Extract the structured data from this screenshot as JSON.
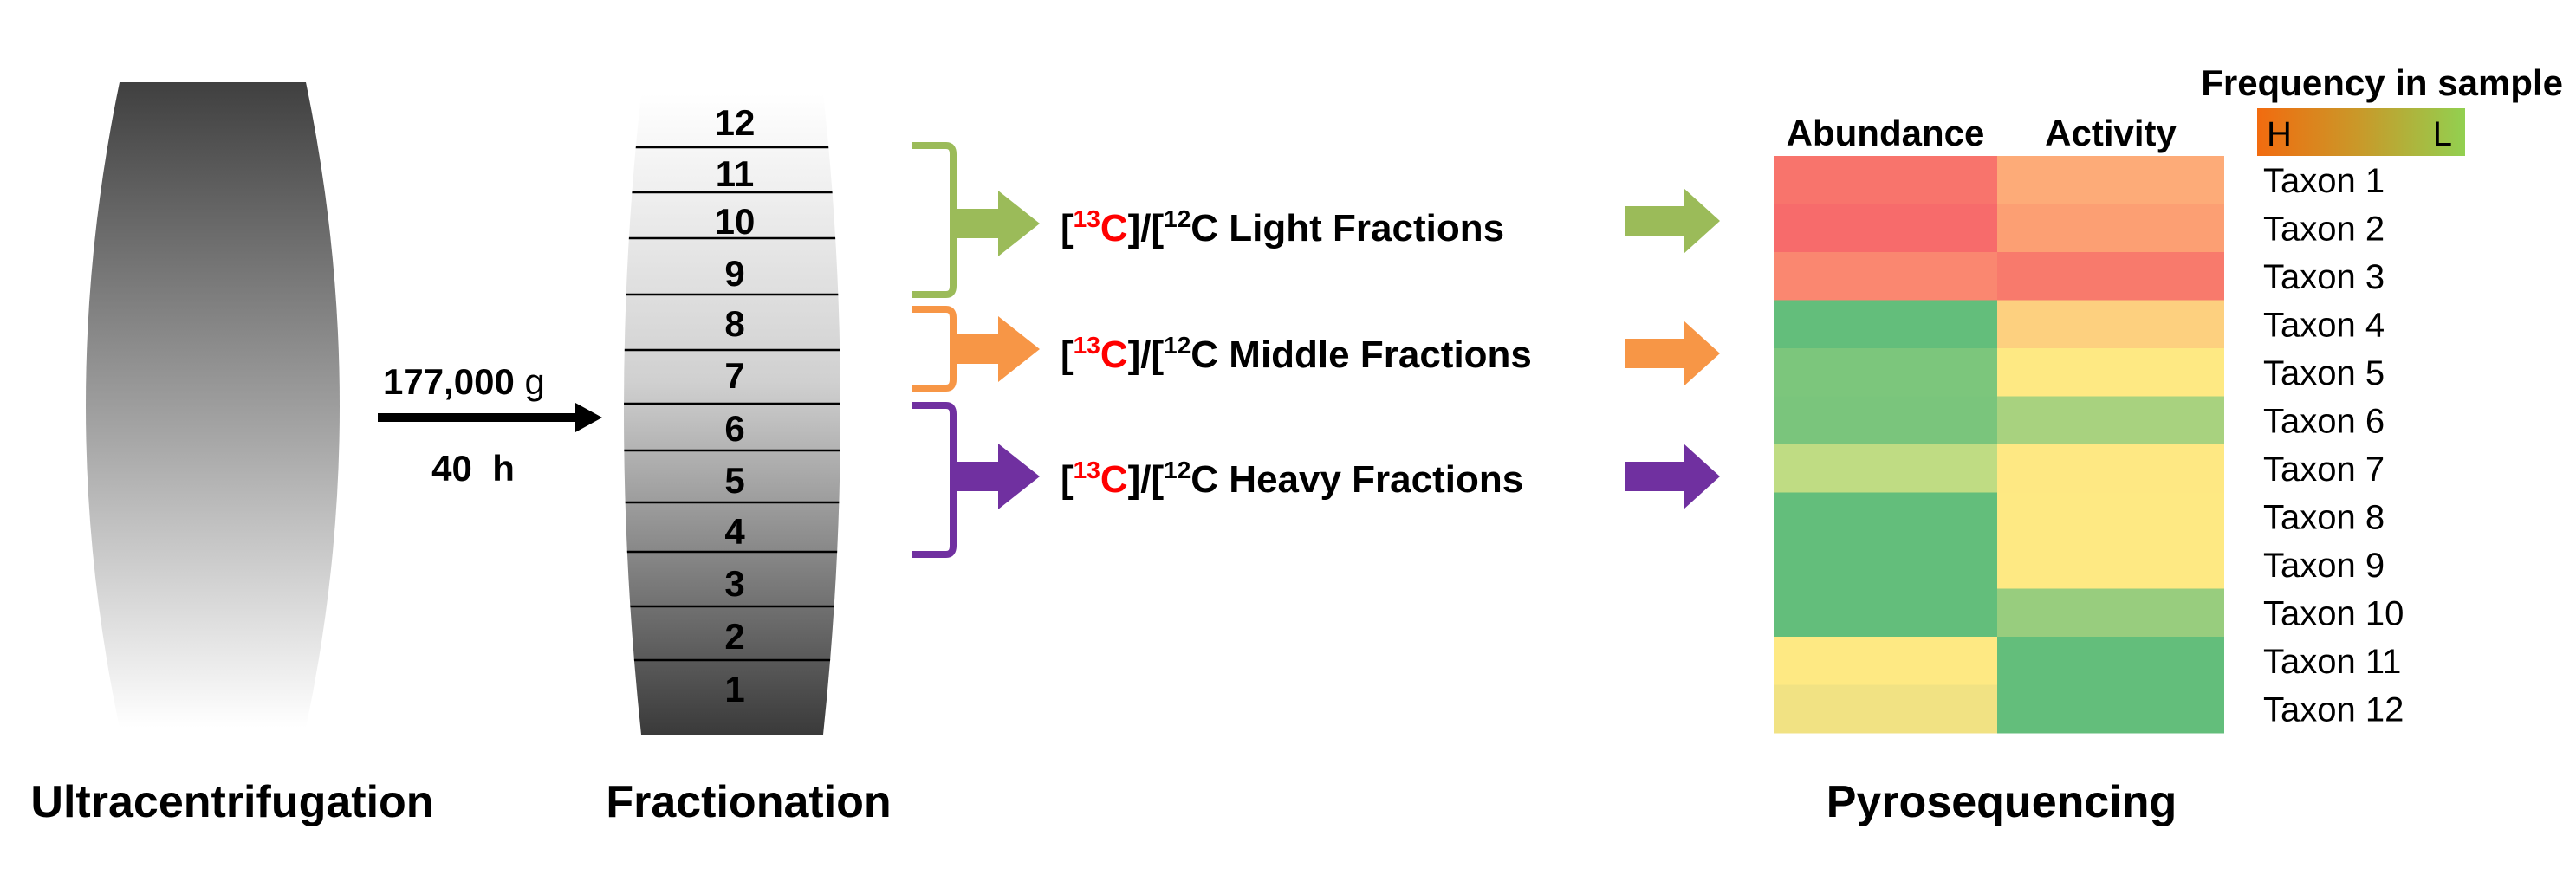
{
  "stages": {
    "ultracentrifugation": "Ultracentrifugation",
    "fractionation": "Fractionation",
    "pyrosequencing": "Pyrosequencing"
  },
  "centrifuge": {
    "force_value": "177,000",
    "force_unit": "g",
    "duration": "40  h"
  },
  "fractions": [
    "1",
    "2",
    "3",
    "4",
    "5",
    "6",
    "7",
    "8",
    "9",
    "10",
    "11",
    "12"
  ],
  "fraction_groups": [
    {
      "isotope_heavy": "13",
      "element_a": "C",
      "isotope_light": "12",
      "element_b": "C",
      "label": "Light Fractions",
      "color": "#9bbb59"
    },
    {
      "isotope_heavy": "13",
      "element_a": "C",
      "isotope_light": "12",
      "element_b": "C",
      "label": "Middle Fractions",
      "color": "#f79646"
    },
    {
      "isotope_heavy": "13",
      "element_a": "C",
      "isotope_light": "12",
      "element_b": "C",
      "label": "Heavy Fractions",
      "color": "#7030a0"
    }
  ],
  "heatmap": {
    "columns": [
      "Abundance",
      "Activity"
    ],
    "legend_title": "Frequency in sample",
    "legend_high": "H",
    "legend_low": "L",
    "rows": [
      {
        "taxon": "Taxon 1",
        "abundance_color": "#f8746c",
        "activity_color": "#fdab78"
      },
      {
        "taxon": "Taxon 2",
        "abundance_color": "#f76b6b",
        "activity_color": "#fc9f73"
      },
      {
        "taxon": "Taxon 3",
        "abundance_color": "#fa8770",
        "activity_color": "#f87a6c"
      },
      {
        "taxon": "Taxon 4",
        "abundance_color": "#63be7b",
        "activity_color": "#fdd07f"
      },
      {
        "taxon": "Taxon 5",
        "abundance_color": "#7cc67c",
        "activity_color": "#fee983"
      },
      {
        "taxon": "Taxon 6",
        "abundance_color": "#7ac57c",
        "activity_color": "#a8d27f"
      },
      {
        "taxon": "Taxon 7",
        "abundance_color": "#bfdc83",
        "activity_color": "#fee883"
      },
      {
        "taxon": "Taxon 8",
        "abundance_color": "#63be7b",
        "activity_color": "#fee983"
      },
      {
        "taxon": "Taxon 9",
        "abundance_color": "#63be7b",
        "activity_color": "#fee983"
      },
      {
        "taxon": "Taxon 10",
        "abundance_color": "#63be7b",
        "activity_color": "#98cd7e"
      },
      {
        "taxon": "Taxon 11",
        "abundance_color": "#fee983",
        "activity_color": "#63be7b"
      },
      {
        "taxon": "Taxon 12",
        "abundance_color": "#f1e283",
        "activity_color": "#63be7b"
      }
    ]
  }
}
